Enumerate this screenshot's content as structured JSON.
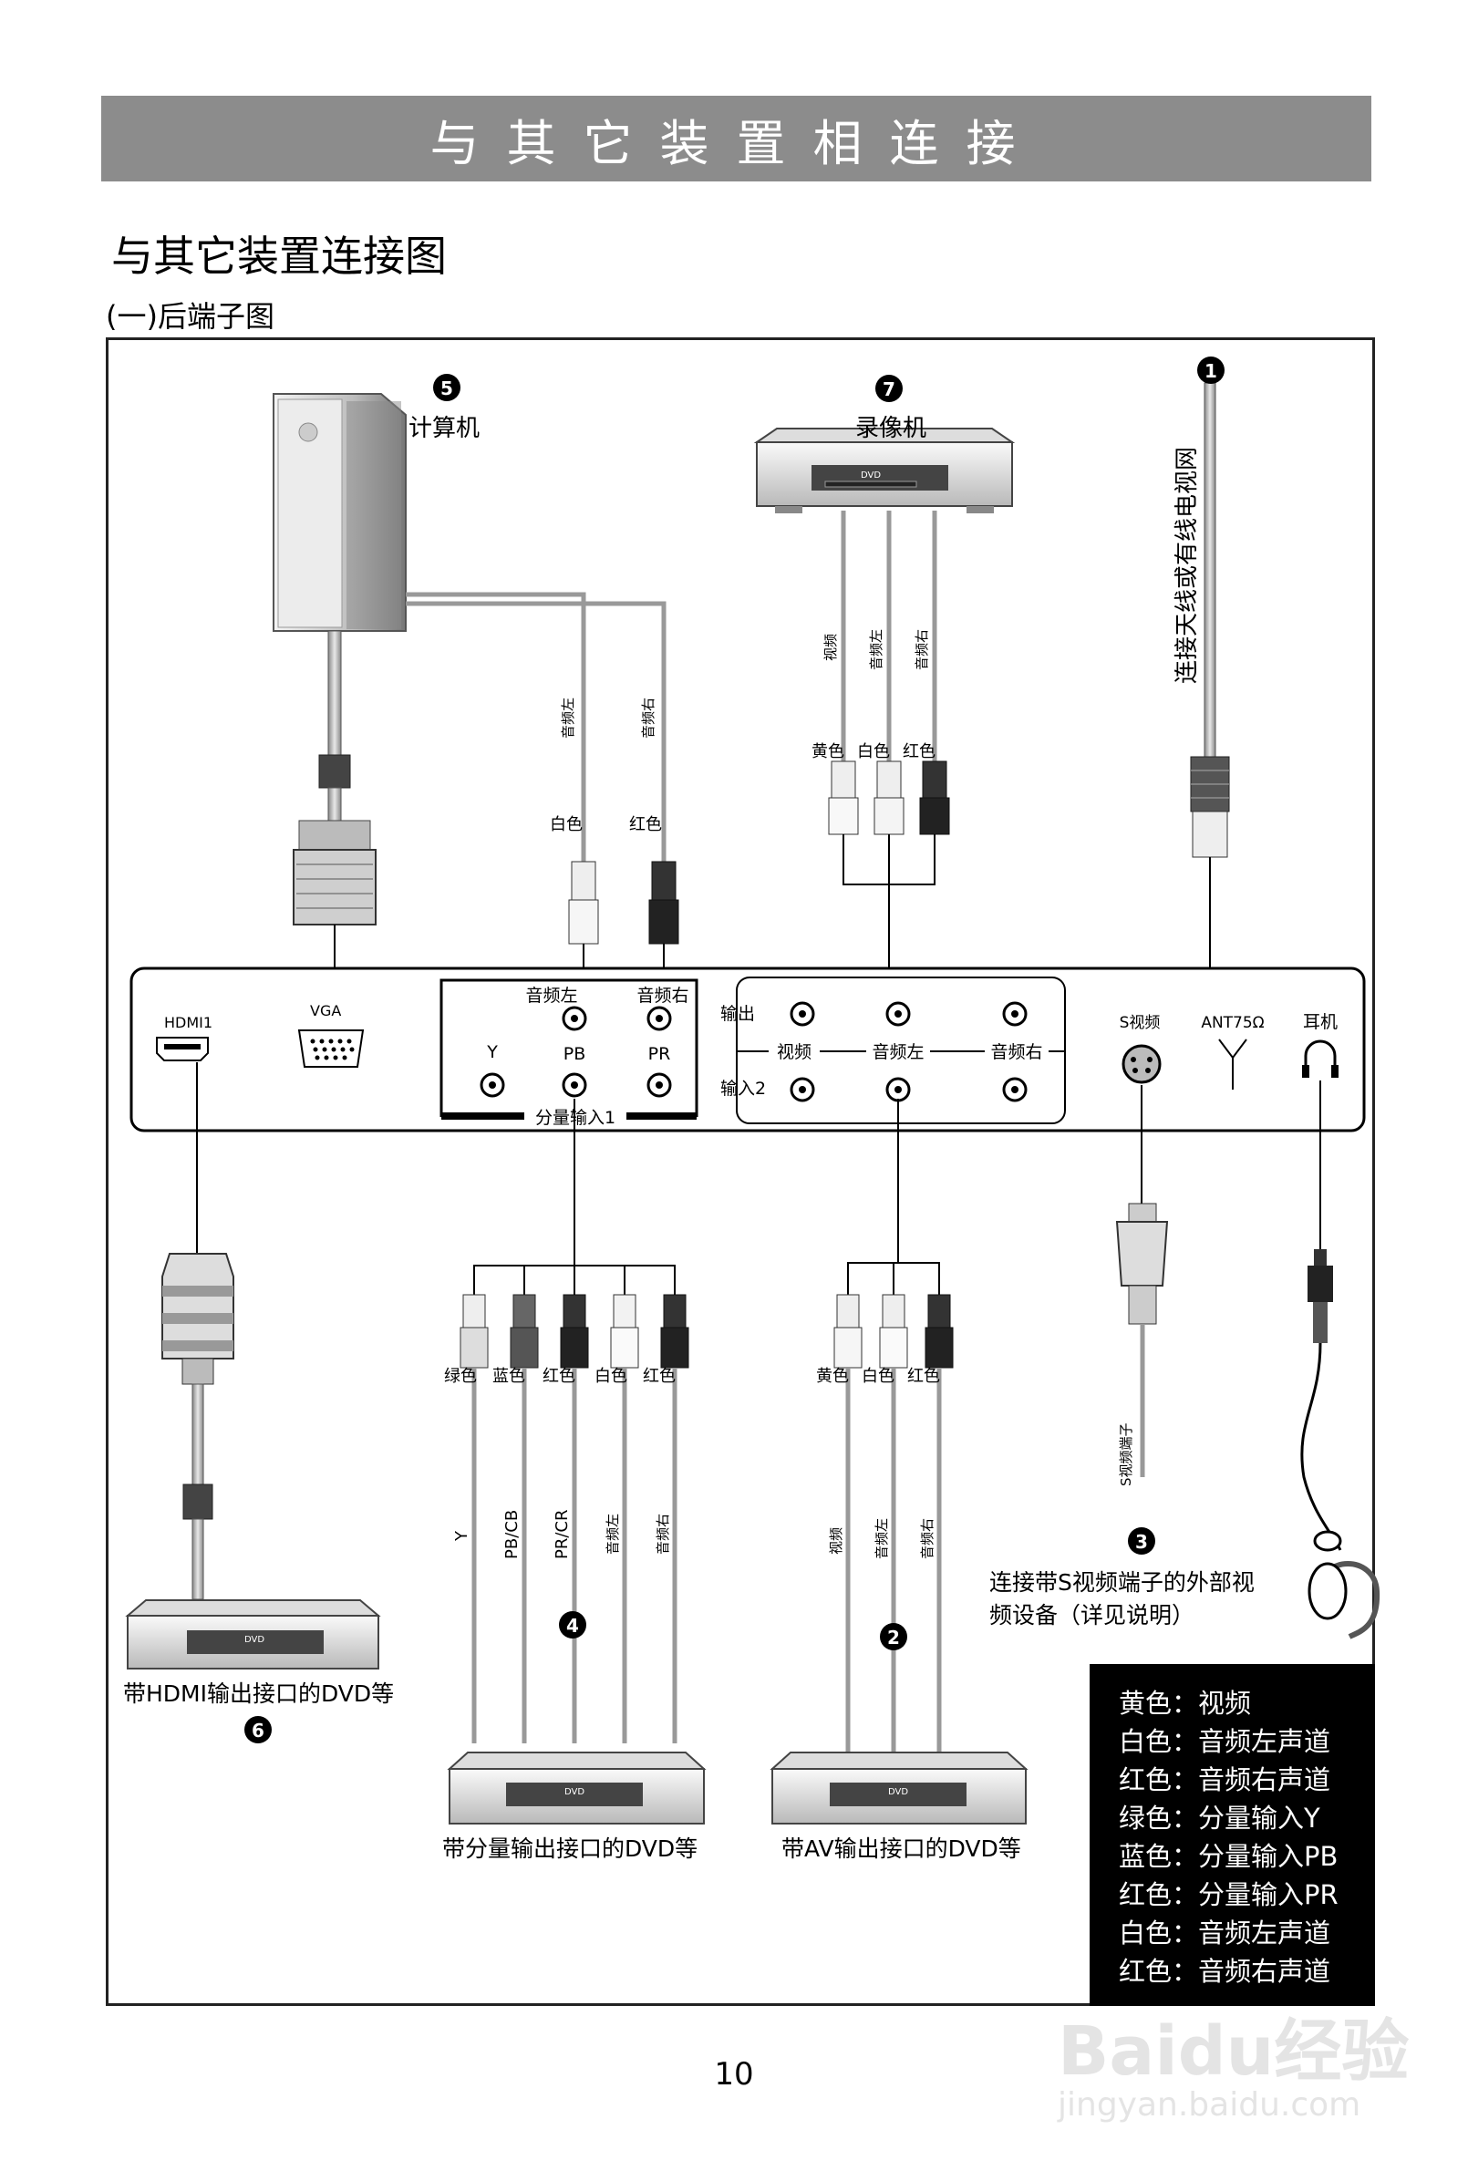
{
  "page": {
    "banner": "与其它装置相连接",
    "section_title": "与其它装置连接图",
    "subsection_title": "(一)后端子图",
    "page_number": "10"
  },
  "devices": {
    "computer": "计算机",
    "vcr": "录像机",
    "antenna": "连接天线或有线电视网",
    "hdmi_dvd": "带HDMI输出接口的DVD等",
    "component_dvd": "带分量输出接口的DVD等",
    "av_dvd": "带AV输出接口的DVD等",
    "svideo_line1": "连接带S视频端子的外部视",
    "svideo_line2": "频设备（详见说明）",
    "dvd_logo": "DVD"
  },
  "markers": {
    "m1": "1",
    "m2": "2",
    "m3": "3",
    "m4": "4",
    "m5": "5",
    "m6": "6",
    "m7": "7"
  },
  "panel": {
    "hdmi": "HDMI1",
    "vga": "VGA",
    "audio_l": "音频左",
    "audio_r": "音频右",
    "y": "Y",
    "pb": "PB",
    "pr": "PR",
    "component_in": "分量输入1",
    "output": "输出",
    "video": "视频",
    "input2": "输入2",
    "svideo": "S视频",
    "ant": "ANT75Ω",
    "headphone": "耳机"
  },
  "cables": {
    "yellow": "黄色",
    "white": "白色",
    "red": "红色",
    "green": "绿色",
    "blue": "蓝色",
    "video": "视频",
    "audio_l": "音频左",
    "audio_r": "音频右",
    "y": "Y",
    "pbcb": "PB/CB",
    "prcr": "PR/CR",
    "svideo_plug": "S视频端子"
  },
  "legend": [
    "黄色：视频",
    "白色：音频左声道",
    "红色：音频右声道",
    "绿色：分量输入Y",
    "蓝色：分量输入PB",
    "红色：分量输入PR",
    "白色：音频左声道",
    "红色：音频右声道"
  ],
  "watermark": {
    "brand": "Baidu经验",
    "url": "jingyan.baidu.com"
  }
}
